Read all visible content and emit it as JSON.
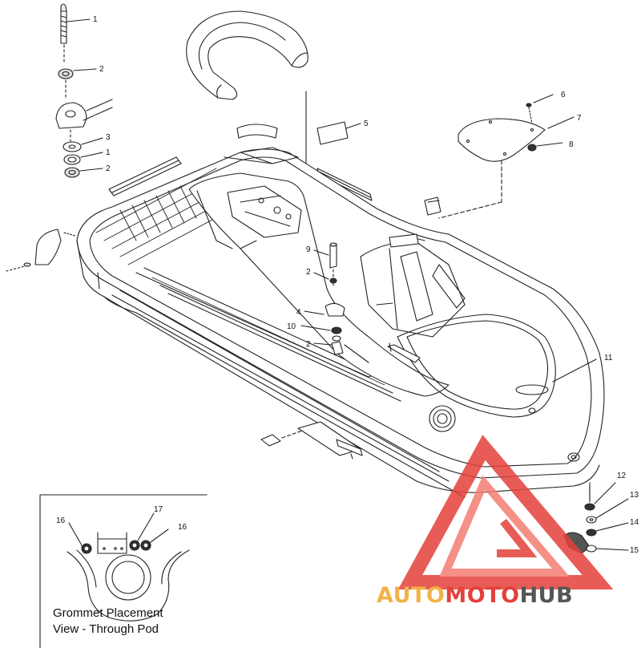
{
  "callouts": [
    {
      "id": "c1",
      "text": "1"
    },
    {
      "id": "c2a",
      "text": "2"
    },
    {
      "id": "c3",
      "text": "3"
    },
    {
      "id": "c1b",
      "text": "1"
    },
    {
      "id": "c2b",
      "text": "2"
    },
    {
      "id": "c5",
      "text": "5"
    },
    {
      "id": "c6",
      "text": "6"
    },
    {
      "id": "c7",
      "text": "7"
    },
    {
      "id": "c8",
      "text": "8"
    },
    {
      "id": "c9",
      "text": "9"
    },
    {
      "id": "c2c",
      "text": "2"
    },
    {
      "id": "c4",
      "text": "4"
    },
    {
      "id": "c10",
      "text": "10"
    },
    {
      "id": "c2d",
      "text": "2"
    },
    {
      "id": "c11",
      "text": "11"
    },
    {
      "id": "c12",
      "text": "12"
    },
    {
      "id": "c13",
      "text": "13"
    },
    {
      "id": "c14",
      "text": "14"
    },
    {
      "id": "c15",
      "text": "15"
    },
    {
      "id": "c16a",
      "text": "16"
    },
    {
      "id": "c17",
      "text": "17"
    },
    {
      "id": "c16b",
      "text": "16"
    }
  ],
  "inset": {
    "caption_line1": "Grommet Placement",
    "caption_line2": "View - Through Pod"
  },
  "watermark": {
    "part1": "AUTO",
    "part2": "MOTO",
    "part3": "HUB",
    "color_light": "#f2b24a",
    "color_red": "#e5403a",
    "color_dark": "#555555"
  }
}
